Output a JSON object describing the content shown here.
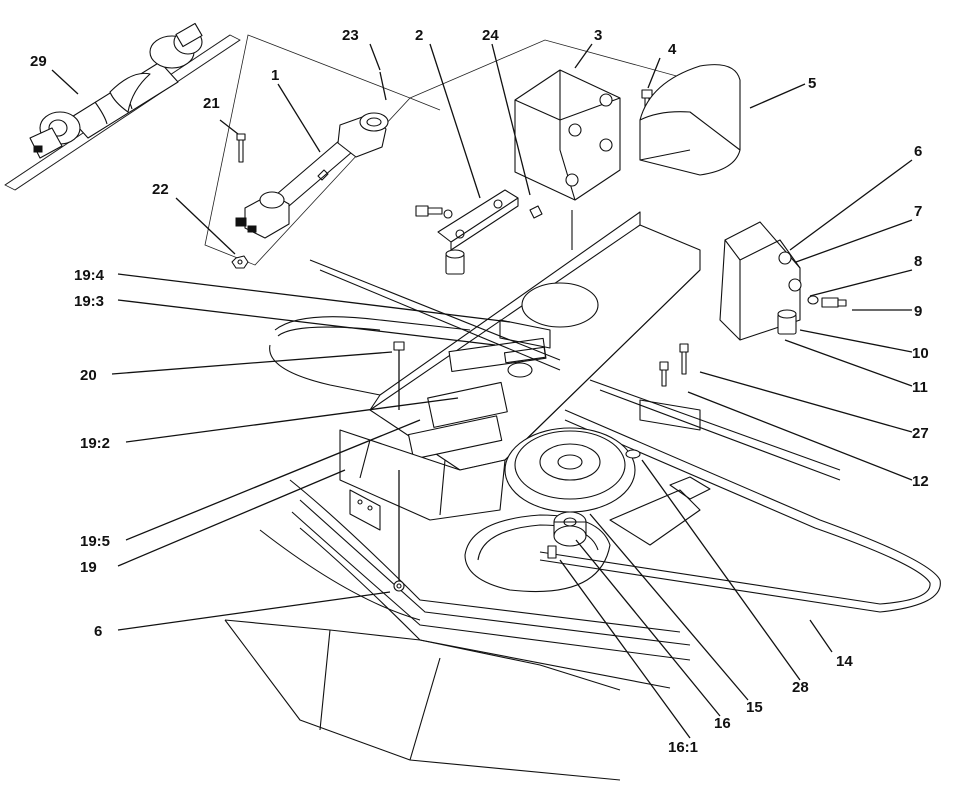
{
  "callouts": [
    {
      "id": "c29",
      "text": "29"
    },
    {
      "id": "c23",
      "text": "23"
    },
    {
      "id": "c2",
      "text": "2"
    },
    {
      "id": "c24",
      "text": "24"
    },
    {
      "id": "c3",
      "text": "3"
    },
    {
      "id": "c4",
      "text": "4"
    },
    {
      "id": "c5",
      "text": "5"
    },
    {
      "id": "c1",
      "text": "1"
    },
    {
      "id": "c21",
      "text": "21"
    },
    {
      "id": "c22",
      "text": "22"
    },
    {
      "id": "c6a",
      "text": "6"
    },
    {
      "id": "c7",
      "text": "7"
    },
    {
      "id": "c8",
      "text": "8"
    },
    {
      "id": "c9",
      "text": "9"
    },
    {
      "id": "c10",
      "text": "10"
    },
    {
      "id": "c11",
      "text": "11"
    },
    {
      "id": "c27",
      "text": "27"
    },
    {
      "id": "c12",
      "text": "12"
    },
    {
      "id": "c194",
      "text": "19:4"
    },
    {
      "id": "c193",
      "text": "19:3"
    },
    {
      "id": "c20",
      "text": "20"
    },
    {
      "id": "c192",
      "text": "19:2"
    },
    {
      "id": "c195",
      "text": "19:5"
    },
    {
      "id": "c19",
      "text": "19"
    },
    {
      "id": "c6b",
      "text": "6"
    },
    {
      "id": "c14",
      "text": "14"
    },
    {
      "id": "c28",
      "text": "28"
    },
    {
      "id": "c15",
      "text": "15"
    },
    {
      "id": "c16",
      "text": "16"
    },
    {
      "id": "c161",
      "text": "16:1"
    }
  ]
}
